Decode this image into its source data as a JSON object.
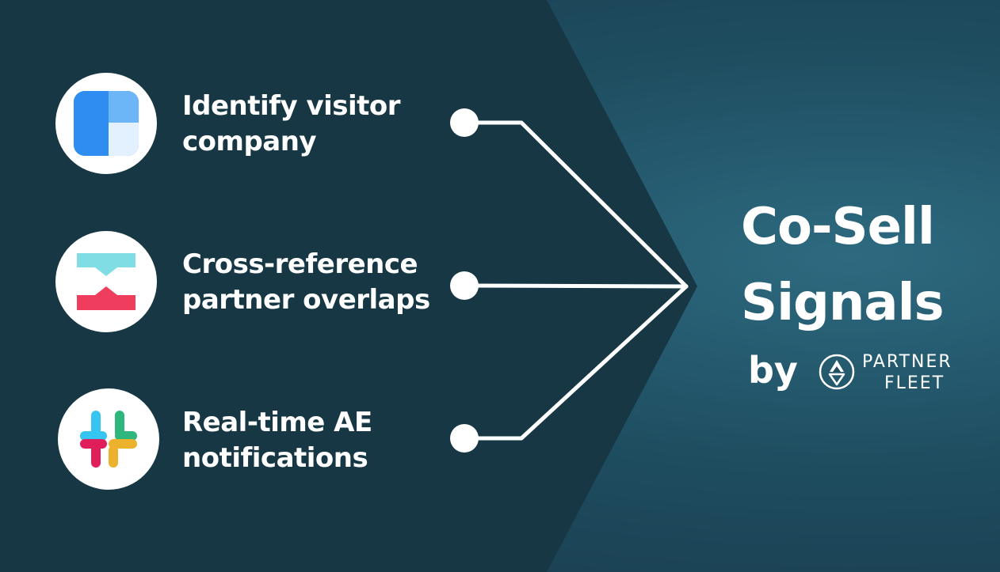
{
  "features": [
    {
      "label": "Identify visitor\ncompany",
      "icon": "window-panels-icon"
    },
    {
      "label": "Cross-reference\npartner overlaps",
      "icon": "overlap-icon"
    },
    {
      "label": "Real-time AE\nnotifications",
      "icon": "slack-icon"
    }
  ],
  "title": {
    "line1": "Co-Sell",
    "line2": "Signals"
  },
  "byline": "by",
  "logo": {
    "line1": "PARTNER",
    "line2": "FLEET"
  },
  "colors": {
    "background_dark": "#17394a",
    "background_light": "#2d6a80",
    "chevron": "#163743",
    "text": "#ffffff",
    "connector": "#ffffff"
  }
}
